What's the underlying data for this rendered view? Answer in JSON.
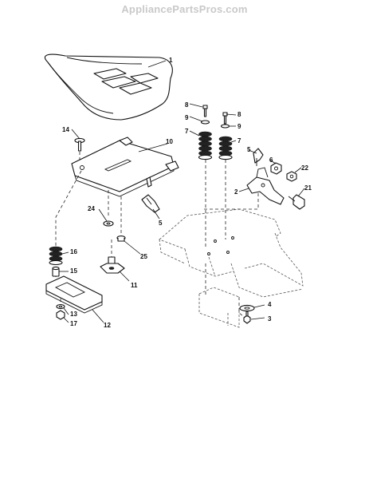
{
  "watermark": "AppliancePartsPros.com",
  "callouts": {
    "seat": "1",
    "seat_pan": "10",
    "bolt_14": "14",
    "spring_7_left": "7",
    "spring_7_right": "7",
    "screw_8_left": "8",
    "screw_8_right": "8",
    "washer_9_left": "9",
    "washer_9_right": "9",
    "clip_5_upper": "5",
    "clip_5_lower": "5",
    "nut_6": "6",
    "nut_22": "22",
    "bracket_2": "2",
    "bolt_21": "21",
    "washer_24": "24",
    "screw_25": "25",
    "spring_16": "16",
    "bushing_15": "15",
    "knob_11": "11",
    "plate_12": "12",
    "washer_13": "13",
    "nut_17": "17",
    "washer_4": "4",
    "screw_3": "3"
  }
}
